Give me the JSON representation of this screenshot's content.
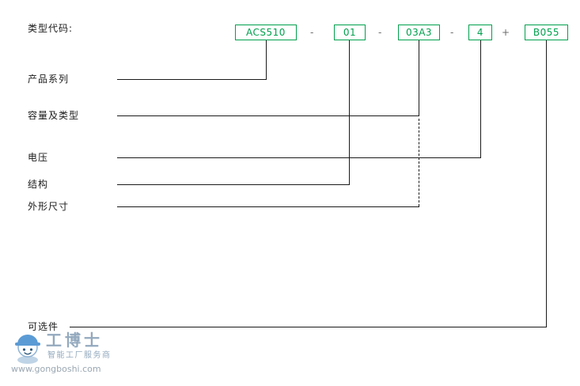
{
  "title": "类型代码:",
  "code": {
    "parts": [
      "ACS510",
      "01",
      "03A3",
      "4",
      "B055"
    ],
    "separators": [
      "-",
      "-",
      "-",
      "+"
    ]
  },
  "rows": {
    "product_series": "产品系列",
    "capacity_type": "容量及类型",
    "voltage": "电压",
    "frame": "结构",
    "dimensions": "外形尺寸",
    "options": "可选件"
  },
  "watermark": {
    "brand": "工博士",
    "tagline": "智能工厂服务商",
    "url": "www.gongboshi.com"
  },
  "colors": {
    "box_green": "#00A04D",
    "line_dark": "#1a1a1a",
    "watermark_blue": "#93A9BE"
  }
}
